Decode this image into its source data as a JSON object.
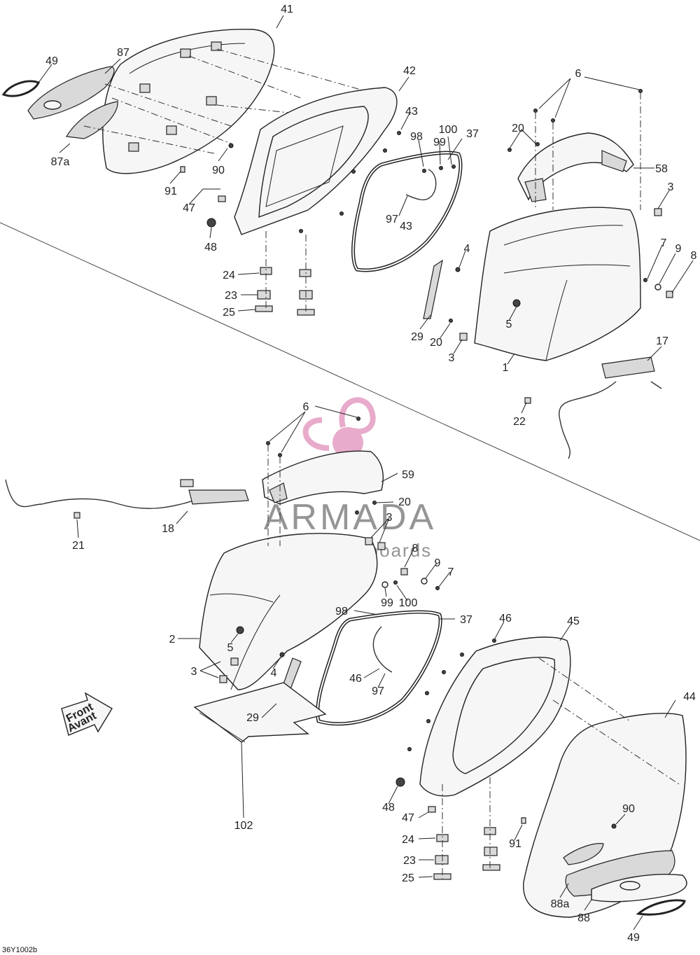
{
  "watermark": {
    "brand": "ARMADA",
    "tagline": "marine outboards",
    "logo_color": "#e6a3c6",
    "text_color": "#8a8a8a"
  },
  "figure_id": "36Y1002b",
  "direction_arrow": {
    "line1": "Front",
    "line2": "Avant"
  },
  "callouts": {
    "c41": "41",
    "c49a": "49",
    "c87": "87",
    "c87a": "87a",
    "c90a": "90",
    "c91a": "91",
    "c47a": "47",
    "c48a": "48",
    "c42": "42",
    "c43a": "43",
    "c98a": "98",
    "c100a": "100",
    "c37a": "37",
    "c99a": "99",
    "c97a": "97",
    "c43b": "43",
    "c24a": "24",
    "c23a": "23",
    "c25a": "25",
    "c6a": "6",
    "c20a": "20",
    "c58": "58",
    "c3a": "3",
    "c4a": "4",
    "c7a": "7",
    "c9a": "9",
    "c8a": "8",
    "c5a": "5",
    "c29a": "29",
    "c20b": "20",
    "c3b": "3",
    "c1": "1",
    "c17": "17",
    "c22": "22",
    "c6b": "6",
    "c59": "59",
    "c18": "18",
    "c21": "21",
    "c20c": "20",
    "c3c": "3",
    "c8b": "8",
    "c9b": "9",
    "c7b": "7",
    "c99b": "99",
    "c100b": "100",
    "c98b": "98",
    "c37b": "37",
    "c2": "2",
    "c5b": "5",
    "c4b": "4",
    "c3d": "3",
    "c46a": "46",
    "c97b": "97",
    "c29b": "29",
    "c45": "45",
    "c46b": "46",
    "c44": "44",
    "c102": "102",
    "c48b": "48",
    "c47b": "47",
    "c24b": "24",
    "c91b": "91",
    "c90b": "90",
    "c23b": "23",
    "c25b": "25",
    "c88a": "88a",
    "c88": "88",
    "c49b": "49"
  }
}
